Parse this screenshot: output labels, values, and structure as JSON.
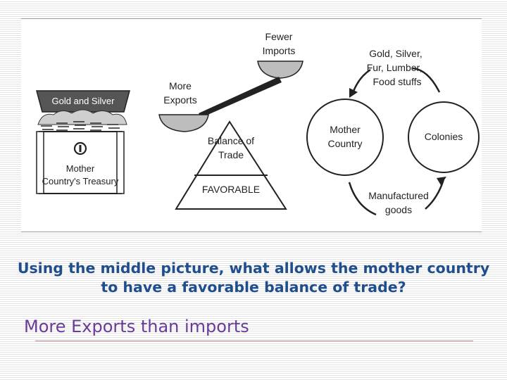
{
  "diagram": {
    "treasury": {
      "top_label": "Gold and Silver",
      "caption_line1": "Mother",
      "caption_line2": "Country's Treasury"
    },
    "scale": {
      "fewer_imports_line1": "Fewer",
      "fewer_imports_line2": "Imports",
      "more_exports_line1": "More",
      "more_exports_line2": "Exports",
      "balance_line1": "Balance of",
      "balance_line2": "Trade",
      "base_label": "FAVORABLE"
    },
    "cycle": {
      "mother_line1": "Mother",
      "mother_line2": "Country",
      "colonies": "Colonies",
      "raw_line1": "Gold, Silver,",
      "raw_line2": "Fur, Lumber,",
      "raw_line3": "Food stuffs",
      "mfg_line1": "Manufactured",
      "mfg_line2": "goods"
    }
  },
  "question": "Using the middle picture, what allows the mother country to have a favorable balance of trade?",
  "answer": "More Exports than imports",
  "colors": {
    "question": "#1f4e8c",
    "answer": "#6a3a9a"
  }
}
